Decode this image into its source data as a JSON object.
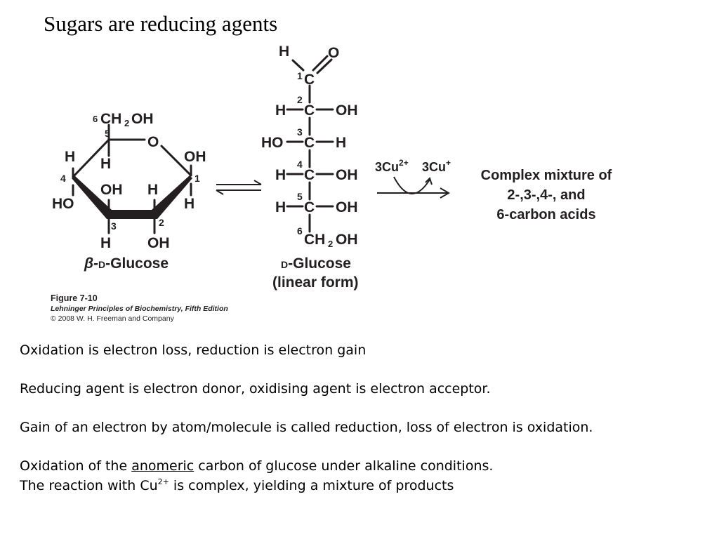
{
  "title": "Sugars are reducing agents",
  "figure": {
    "cyclic": {
      "c6": "6",
      "ch2oh": "CH",
      "sub2": "2",
      "oh": "OH",
      "ring_o": "O",
      "c5": "5",
      "c4": "4",
      "c3": "3",
      "c2": "2",
      "c1": "1",
      "h": "H",
      "ho": "HO",
      "name_beta": "β-",
      "name_d": "D",
      "name_rest": "-Glucose"
    },
    "linear": {
      "h": "H",
      "o": "O",
      "oh": "OH",
      "ho": "HO",
      "c": "C",
      "n1": "1",
      "n2": "2",
      "n3": "3",
      "n4": "4",
      "n5": "5",
      "n6": "6",
      "ch": "CH",
      "sub2": "2",
      "name_d": "D",
      "name_rest": "-Glucose",
      "name_line2": "(linear form)"
    },
    "reaction": {
      "reactant_coef": "3Cu",
      "reactant_charge": "2+",
      "product_coef": "3Cu",
      "product_charge": "+",
      "products": [
        "Complex mixture of",
        "2-,3-,4-, and",
        "6-carbon acids"
      ]
    },
    "caption": {
      "title": "Figure 7-10",
      "source": "Lehninger Principles of Biochemistry, Fifth Edition",
      "copyright": "© 2008 W. H. Freeman and Company"
    }
  },
  "notes": {
    "line1": "Oxidation is electron loss, reduction is electron gain",
    "line2": "Reducing agent is electron donor, oxidising agent is electron acceptor.",
    "line3": "Gain of an electron by atom/molecule is called reduction, loss of electron is oxidation.",
    "line4_pre": "Oxidation of the ",
    "line4_link": "anomeric",
    "line4_post": " carbon of glucose under alkaline conditions.",
    "line5_pre": "The reaction with Cu",
    "line5_sup": "2+",
    "line5_post": " is complex, yielding a mixture of products"
  }
}
